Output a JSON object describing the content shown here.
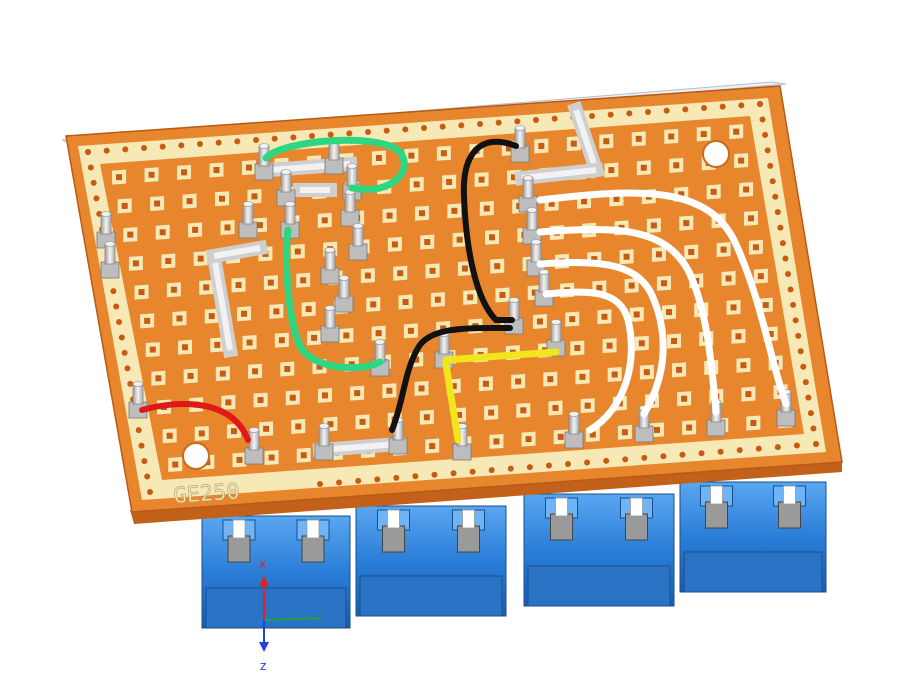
{
  "board": {
    "label": "GE250",
    "colors": {
      "copper": "#e8862e",
      "copper_dark": "#c96a1c",
      "board_edge": "#c2621a",
      "pad": "#f6e9b6",
      "hole": "#c85a12",
      "connector_blue": "#2b7fd6",
      "wire_black": "#111111",
      "wire_green": "#2ed681",
      "wire_red": "#e01818",
      "wire_yellow": "#f2e51c",
      "wire_white": "#ffffff",
      "pin_silver": "#d9d9d9"
    }
  },
  "axes": {
    "x_label": "x",
    "z_label": "z",
    "x_color": "#e02020",
    "z_color": "#2040e0"
  }
}
